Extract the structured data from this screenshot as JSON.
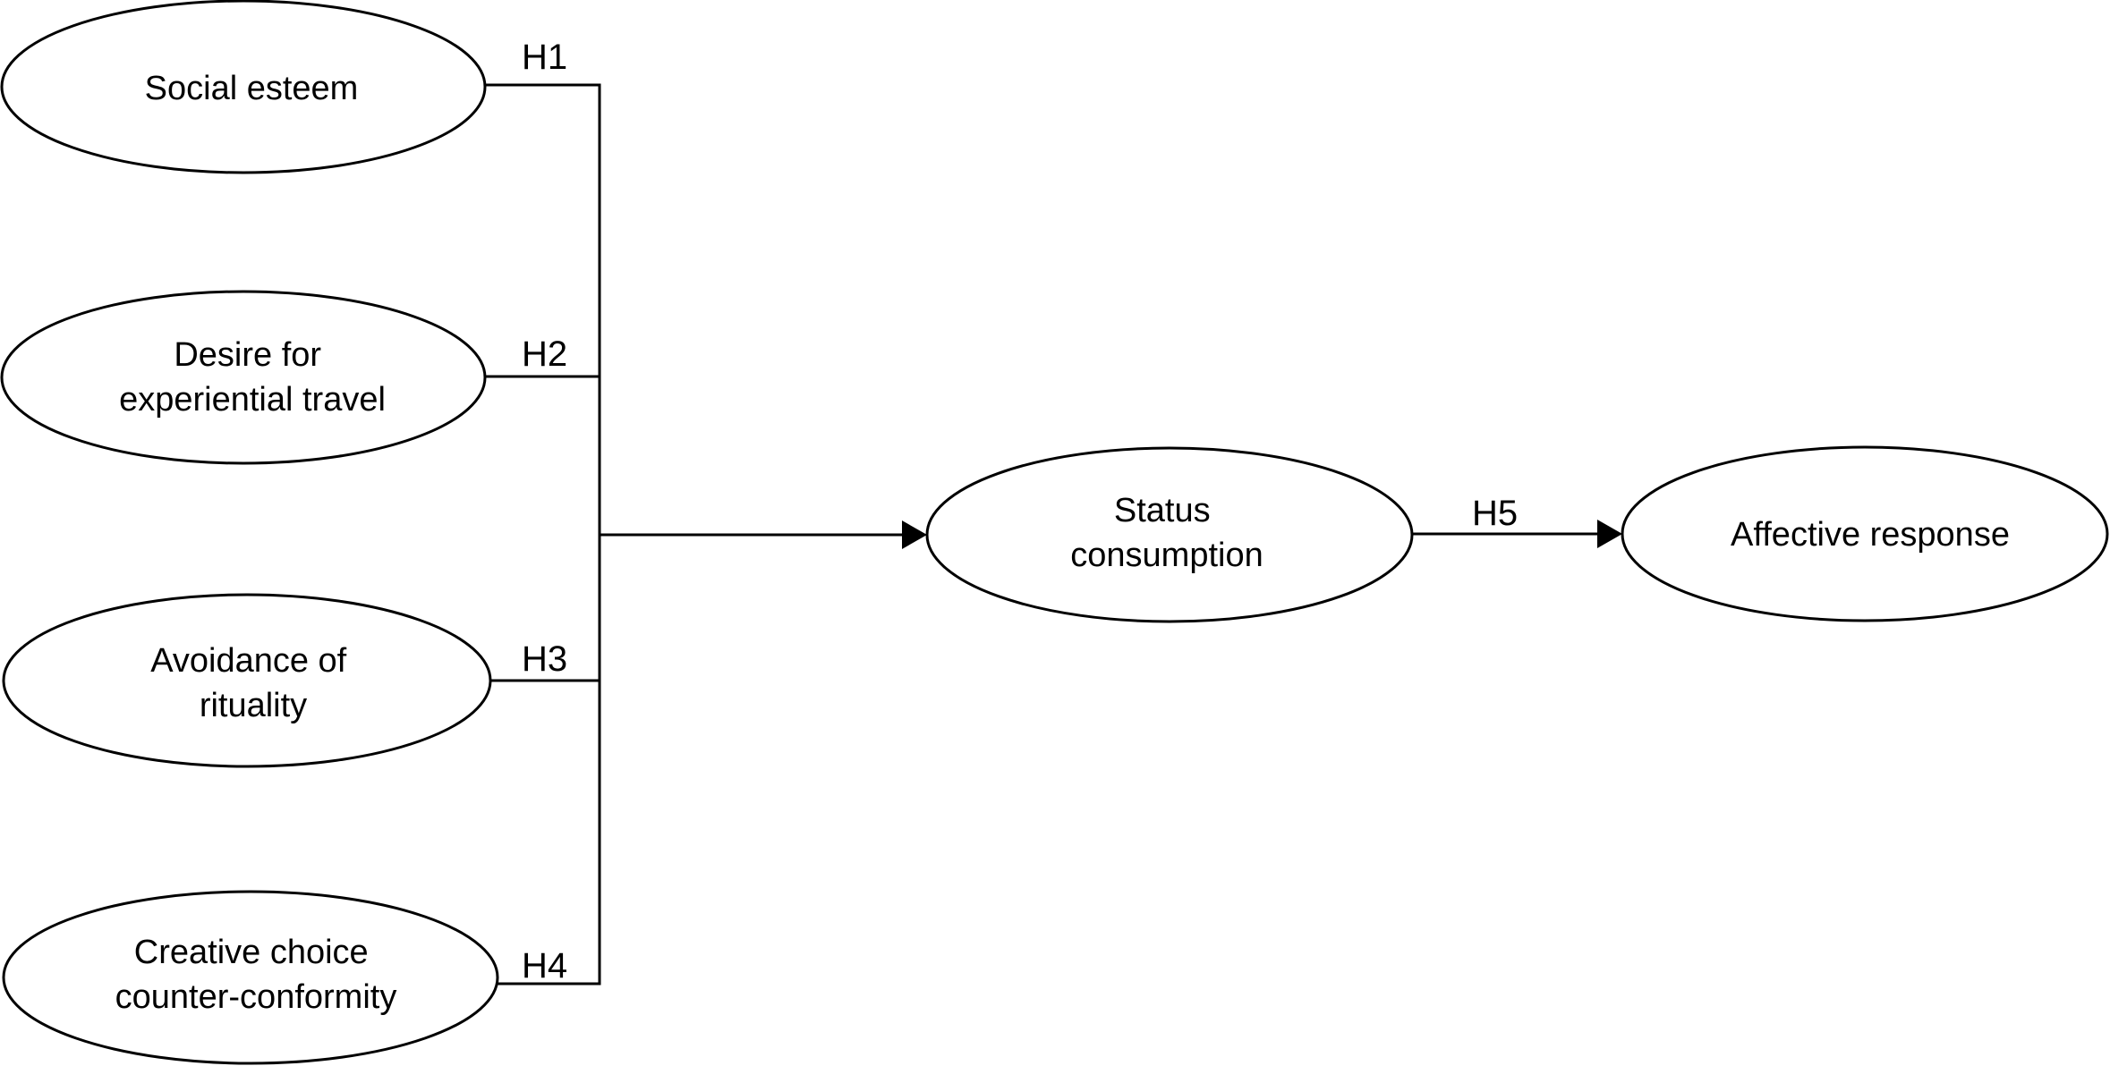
{
  "nodes": {
    "social_esteem": {
      "lines": [
        "Social esteem"
      ]
    },
    "desire_travel": {
      "lines": [
        "Desire for",
        "experiential travel"
      ]
    },
    "avoidance_rituality": {
      "lines": [
        "Avoidance of",
        "rituality"
      ]
    },
    "creative_choice": {
      "lines": [
        "Creative choice",
        "counter-conformity"
      ]
    },
    "status_consumption": {
      "lines": [
        "Status",
        "consumption"
      ]
    },
    "affective_response": {
      "lines": [
        "Affective response"
      ]
    }
  },
  "hypotheses": {
    "h1": "H1",
    "h2": "H2",
    "h3": "H3",
    "h4": "H4",
    "h5": "H5"
  },
  "edges": [
    {
      "from": "social_esteem",
      "to": "status_consumption",
      "label": "H1"
    },
    {
      "from": "desire_travel",
      "to": "status_consumption",
      "label": "H2"
    },
    {
      "from": "avoidance_rituality",
      "to": "status_consumption",
      "label": "H3"
    },
    {
      "from": "creative_choice",
      "to": "status_consumption",
      "label": "H4"
    },
    {
      "from": "status_consumption",
      "to": "affective_response",
      "label": "H5"
    }
  ],
  "colors": {
    "stroke": "#000000",
    "fill": "#ffffff",
    "text": "#000000"
  }
}
